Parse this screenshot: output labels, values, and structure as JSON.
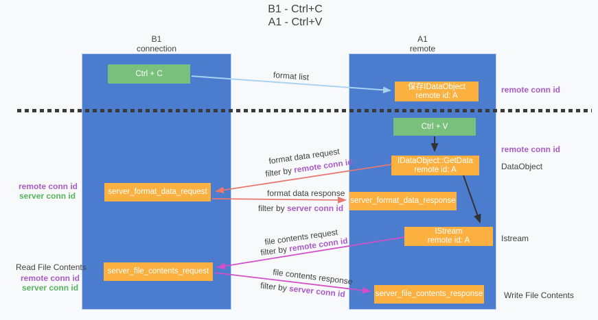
{
  "title": {
    "line1": "B1 - Ctrl+C",
    "line2": "A1 - Ctrl+V"
  },
  "columns": {
    "left": {
      "name": "B1",
      "role": "connection"
    },
    "right": {
      "name": "A1",
      "role": "remote"
    }
  },
  "nodes": {
    "ctrl_c": "Ctrl + C",
    "ctrl_v": "Ctrl + V",
    "save_dataobject": {
      "line1": "保存IDataObject",
      "line2": "remote id: A"
    },
    "getdata": {
      "line1": "IDataObject::GetData",
      "line2": "remote id: A"
    },
    "istream": {
      "line1": "IStream",
      "line2": "remote id: A"
    },
    "format_request": "server_format_data_request",
    "format_response": "server_format_data_response",
    "file_request": "server_file_contents_request",
    "file_response": "server_file_contents_response"
  },
  "arrow_labels": {
    "format_list": "format list",
    "format_data_request": "format data request",
    "format_data_response": "format data response",
    "file_contents_request": "file contents request",
    "file_contents_response": "file contents response",
    "filter_by": "filter by ",
    "remote_conn_id": "remote conn id",
    "server_conn_id": "server conn id"
  },
  "side_labels": {
    "left": {
      "remote_conn_id": "remote conn id",
      "server_conn_id": "server conn id",
      "read_file_contents": "Read File Contents"
    },
    "right": {
      "remote_conn_id_top": "remote conn id",
      "remote_conn_id_mid": "remote conn id",
      "dataobject": "DataObject",
      "istream": "Istream",
      "write_file_contents": "Write File Contents"
    }
  },
  "colors": {
    "column_blue": "#4b7ccd",
    "box_green": "#79c07d",
    "box_orange": "#fbb040",
    "arrow_salmon": "#e9776f",
    "arrow_magenta": "#d34fc9",
    "arrow_lightblue": "#a8d4f2",
    "arrow_black": "#333333",
    "text_purple": "#a85cc7",
    "text_green": "#55b55c",
    "background": "#f8f9fa"
  }
}
